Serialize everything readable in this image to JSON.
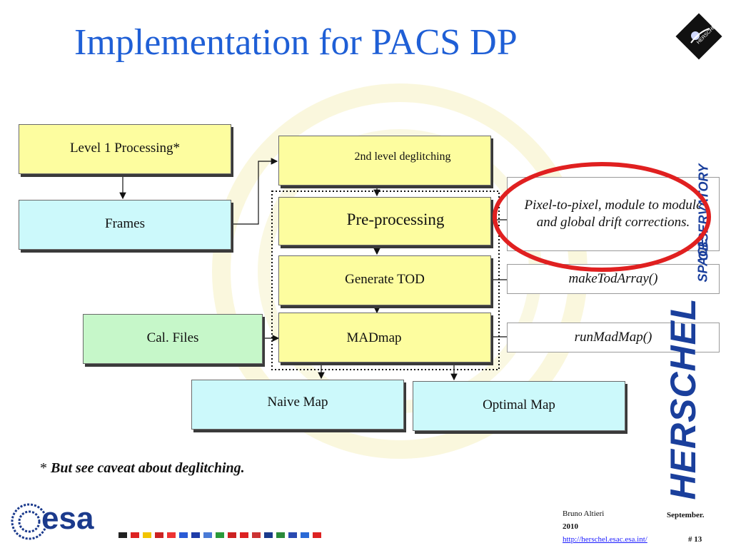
{
  "title": "Implementation for PACS DP",
  "boxes": {
    "level1": "Level 1 Processing*",
    "frames": "Frames",
    "deglitch": "2nd level deglitching",
    "preprocessing": "Pre-processing",
    "generate_tod": "Generate TOD",
    "madmap": "MADmap",
    "cal_files": "Cal. Files",
    "naive_map": "Naive Map",
    "optimal_map": "Optimal Map"
  },
  "notes": {
    "drift": "Pixel-to-pixel, module to module and global drift corrections.",
    "make_tod": "makeTodArray()",
    "run_madmap": "runMadMap()"
  },
  "footnote": {
    "star": "*",
    "text": "But see caveat about deglitching"
  },
  "side_logo": {
    "main": "HERSCHEL",
    "space": "SPACE",
    "observatory": "OBSERVATORY"
  },
  "corner_logo_text": "HERSCHEL",
  "footer": {
    "agency": "esa",
    "author": "Bruno Altieri",
    "date": "September. 2010",
    "url": "http://herschel.esac.esa.int/",
    "page": "# 13"
  },
  "colors": {
    "title": "#1f5fd6",
    "yellow_box": "#fdfd9f",
    "cyan_box": "#ccf9fb",
    "green_box": "#c6f7c9",
    "highlight_ellipse": "#e02020",
    "esa_blue": "#1b3a8c"
  }
}
